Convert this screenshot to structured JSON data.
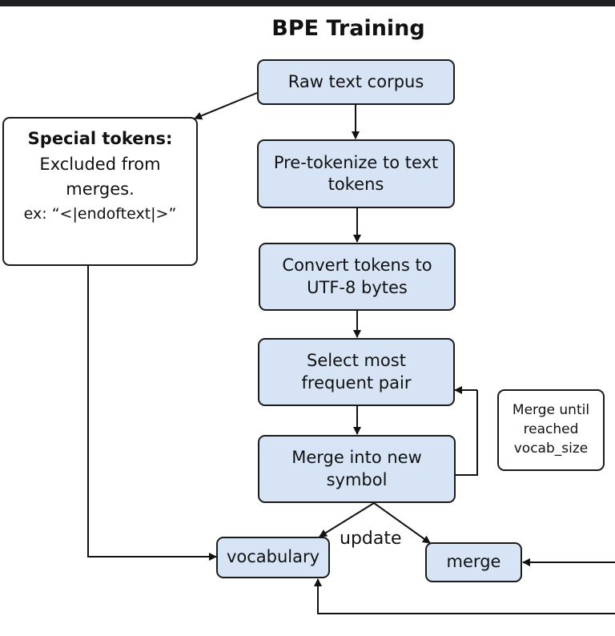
{
  "title": "BPE Training",
  "steps": {
    "raw_corpus": "Raw text corpus",
    "pretokenize": [
      "Pre-tokenize to text",
      "tokens"
    ],
    "convert_bytes": [
      "Convert tokens to",
      "UTF-8 bytes"
    ],
    "select_pair": [
      "Select most",
      "frequent pair"
    ],
    "merge_symbol": [
      "Merge into new",
      "symbol"
    ]
  },
  "special_tokens": {
    "heading": "Special tokens:",
    "lines": [
      "Excluded from",
      "merges.",
      "ex: “<|endoftext|>”"
    ]
  },
  "loop_note": [
    "Merge until",
    "reached",
    "vocab_size"
  ],
  "outputs": {
    "vocabulary": "vocabulary",
    "merge": "merge",
    "update_label": "update"
  },
  "colors": {
    "step_fill": "#d6e4f5",
    "border": "#1b1b1b",
    "top_bar": "#1f1f22"
  }
}
